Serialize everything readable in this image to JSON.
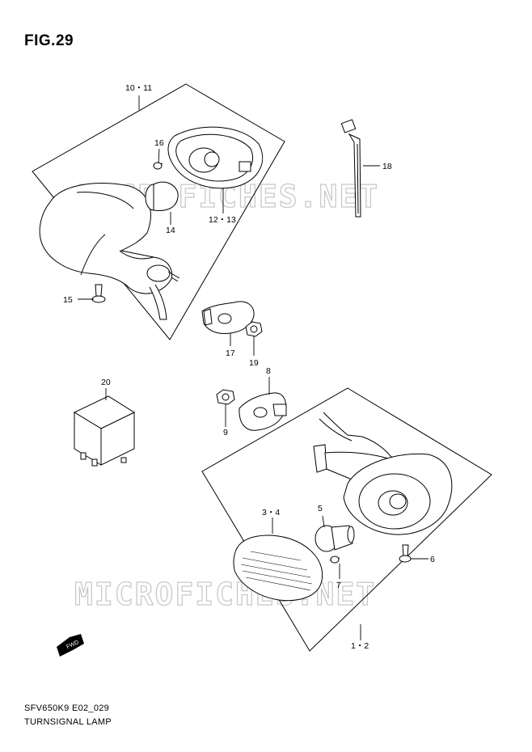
{
  "figure": {
    "title": "FIG.29"
  },
  "footer": {
    "code": "SFV650K9 E02_029",
    "name": "TURNSIGNAL LAMP"
  },
  "watermark": "MICROFICHES.NET",
  "fwd_label": "FWD",
  "callouts": {
    "c10_11": "10・11",
    "c16": "16",
    "c12_13": "12・13",
    "c14": "14",
    "c15": "15",
    "c18": "18",
    "c17": "17",
    "c19": "19",
    "c20": "20",
    "c8": "8",
    "c9": "9",
    "c3_4": "3・4",
    "c5": "5",
    "c6": "6",
    "c7": "7",
    "c1_2": "1・2"
  }
}
